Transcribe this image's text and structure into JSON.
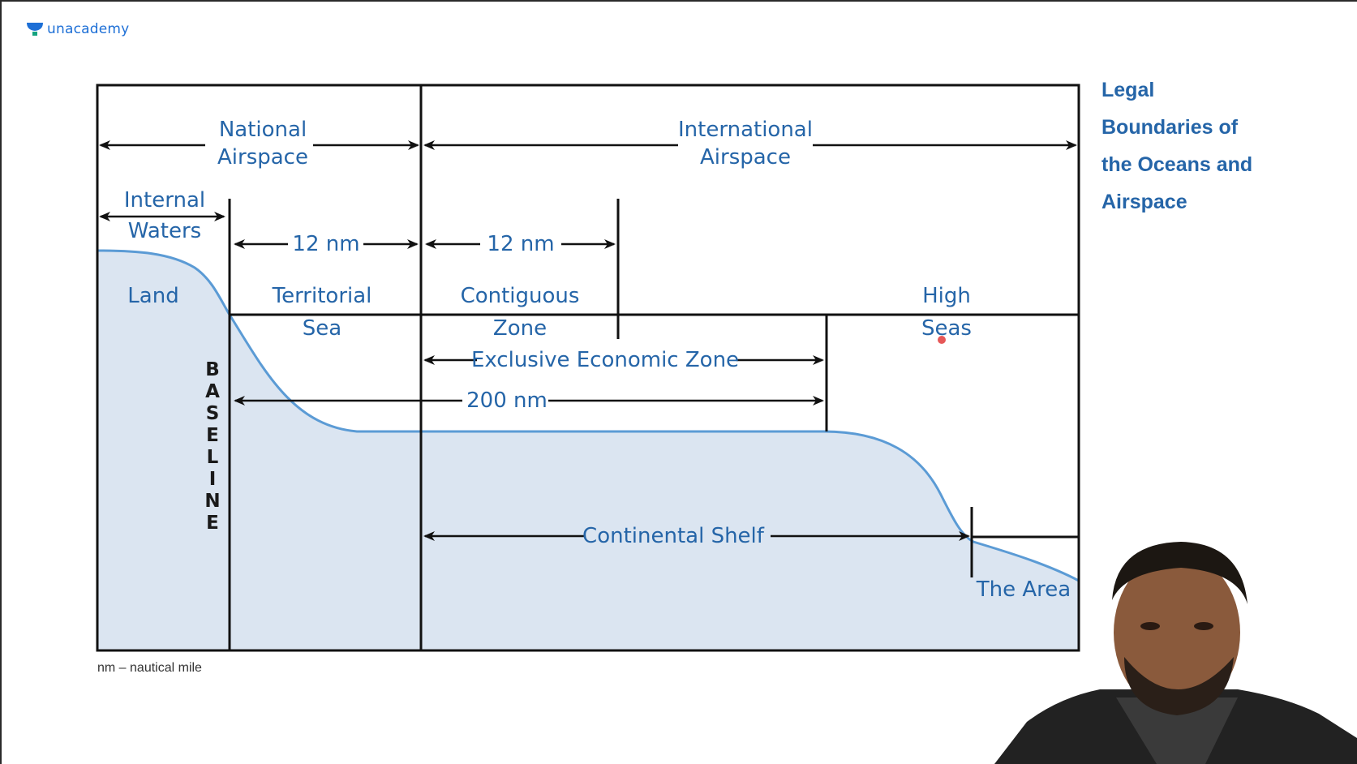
{
  "logo": {
    "text": "unacademy",
    "icon": "unacademy-logo-icon",
    "color": "#1d6fd6"
  },
  "side_title": {
    "lines": [
      "Legal",
      "Boundaries of",
      "the Oceans and",
      "Airspace"
    ],
    "color": "#2565a8"
  },
  "diagram": {
    "national_airspace": [
      "National",
      "Airspace"
    ],
    "international_airspace": [
      "International",
      "Airspace"
    ],
    "internal_waters": [
      "Internal",
      "Waters"
    ],
    "territorial_width": "12 nm",
    "contiguous_width": "12 nm",
    "land": "Land",
    "territorial_sea": [
      "Territorial",
      "Sea"
    ],
    "contiguous_zone": [
      "Contiguous",
      "Zone"
    ],
    "high_seas": [
      "High",
      "Seas"
    ],
    "eez": "Exclusive Economic Zone",
    "eez_width": "200 nm",
    "baseline": [
      "B",
      "A",
      "S",
      "E",
      "L",
      "I",
      "N",
      "E"
    ],
    "continental_shelf": "Continental Shelf",
    "the_area": "The Area",
    "footnote": "nm – nautical mile",
    "colors": {
      "text": "#2565a8",
      "sea_fill": "#dbe5f1",
      "coast_line": "#5b9bd5",
      "lines": "#111111"
    }
  },
  "presenter": {
    "label": "presenter-webcam"
  }
}
